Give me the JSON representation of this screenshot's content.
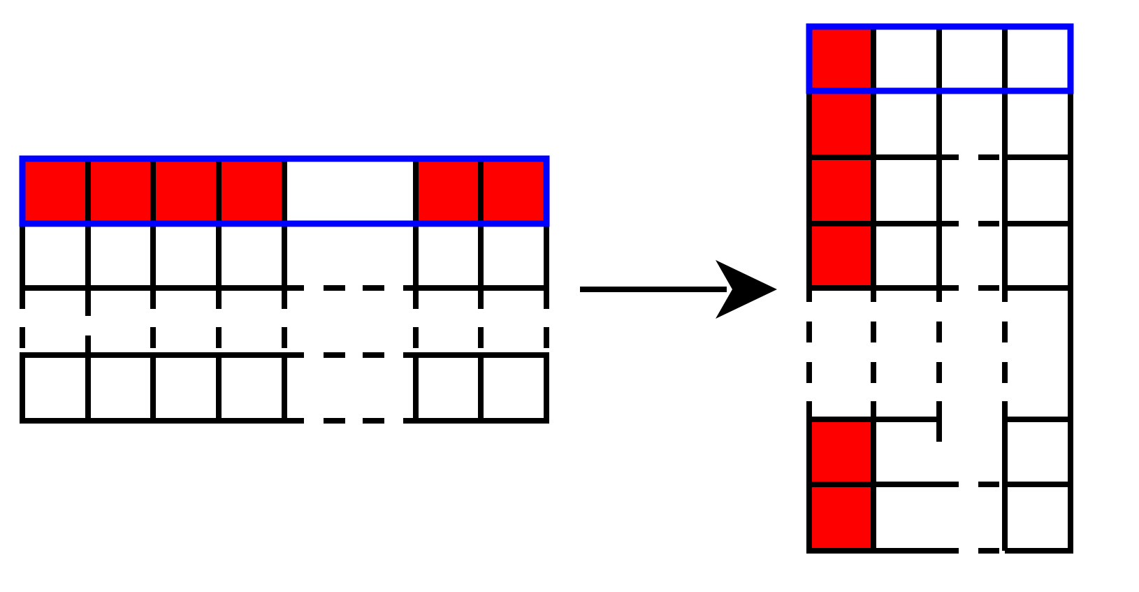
{
  "colors": {
    "background": "#ffffff",
    "grid_line": "#000000",
    "filled_cell": "#ff0000",
    "highlight_outline": "#0000ff",
    "arrow": "#000000"
  },
  "left_grid": {
    "description_visible": false,
    "column_fill": [
      true,
      true,
      true,
      true,
      false,
      true,
      true
    ],
    "highlighted_row": "first"
  },
  "right_grid": {
    "highlighted_row": "first",
    "filled_column": "first"
  }
}
